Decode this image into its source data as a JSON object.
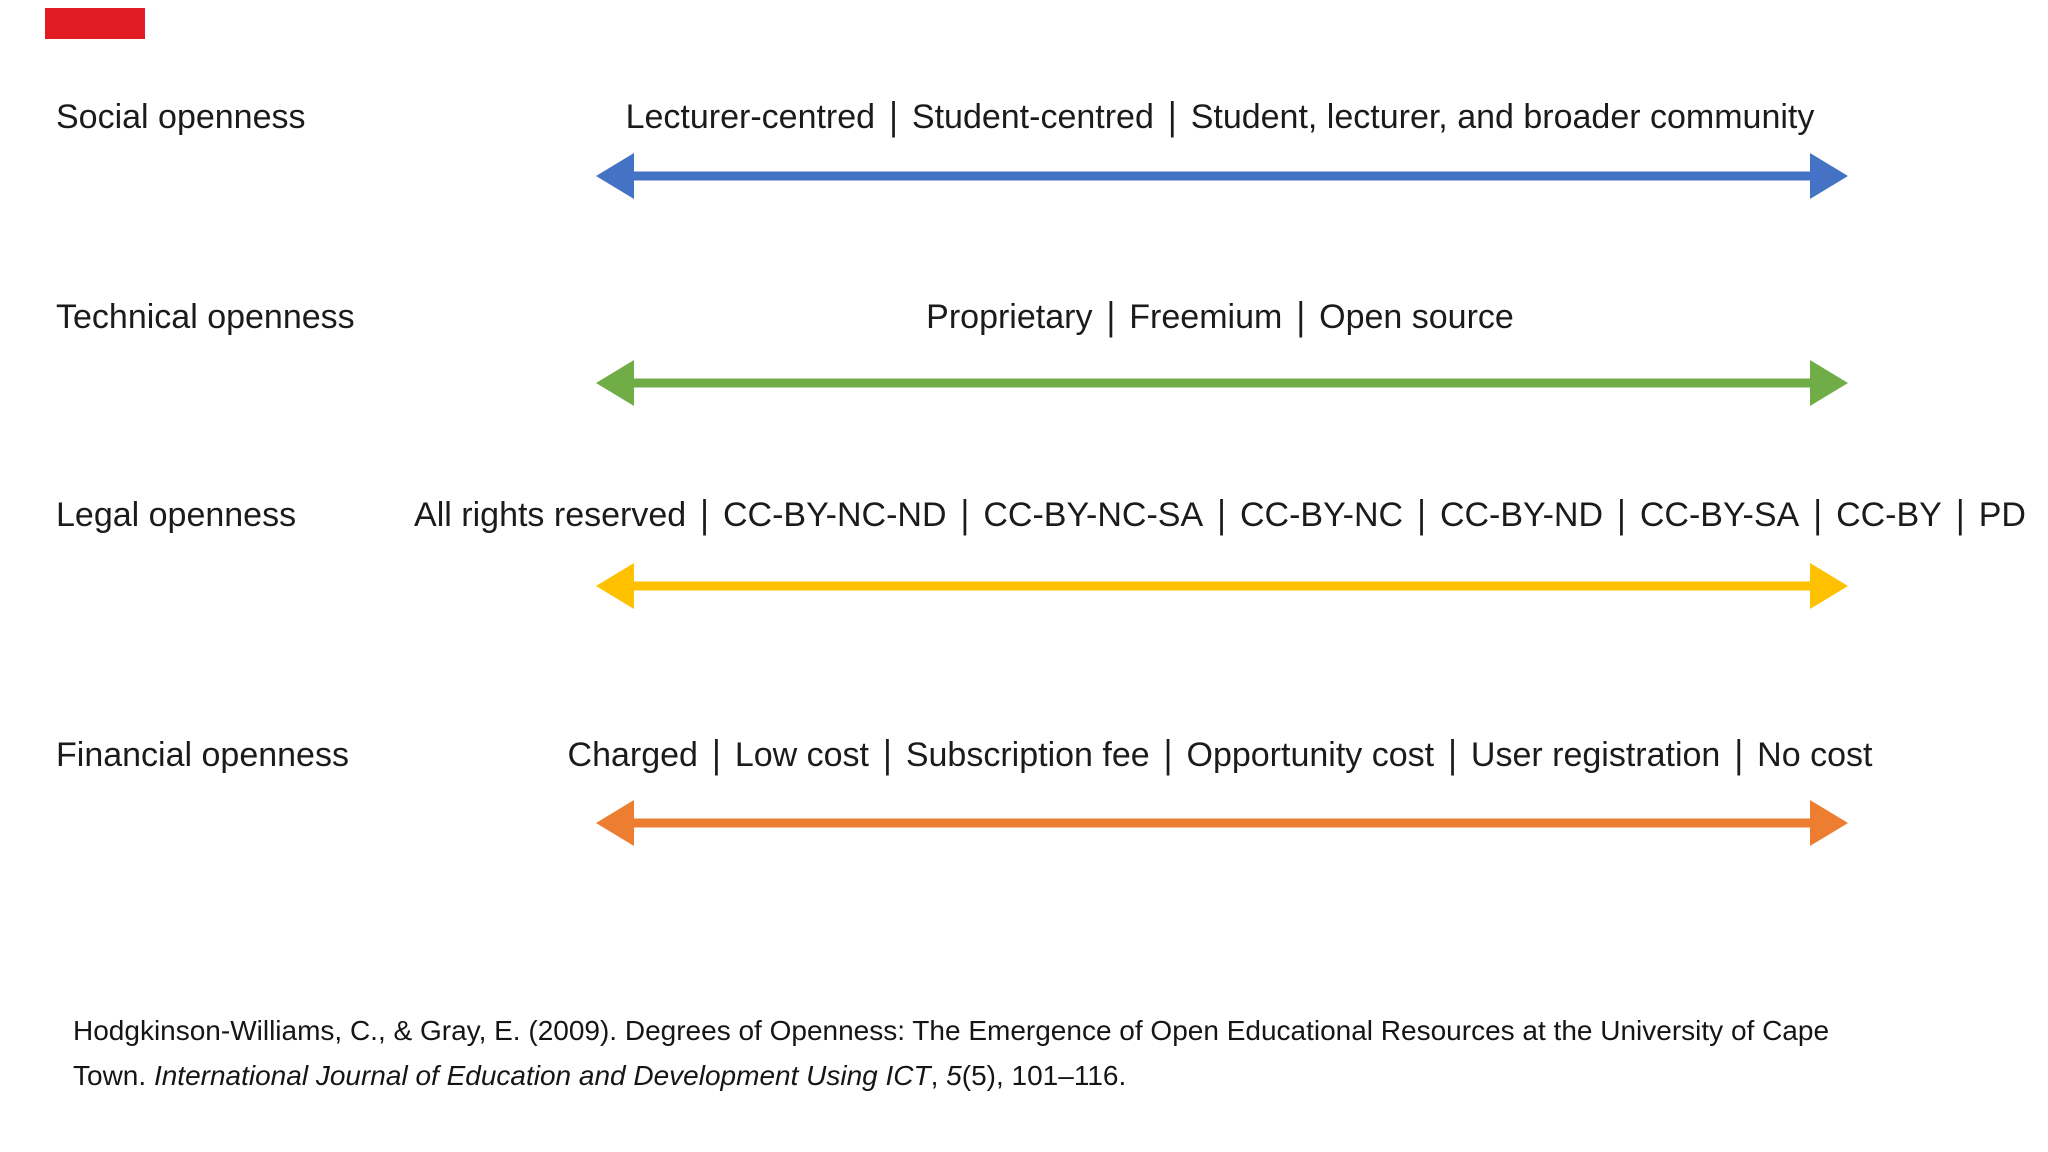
{
  "slide": {
    "background_color": "#ffffff",
    "accent_bar_color": "#e11b22",
    "text_color": "#1b1b1b"
  },
  "separator": "|",
  "rows": [
    {
      "id": "social",
      "label": "Social openness",
      "options": [
        "Lecturer-centred",
        "Student-centred",
        "Student, lecturer, and broader community"
      ],
      "arrow_color": "#4472c4"
    },
    {
      "id": "technical",
      "label": "Technical openness",
      "options": [
        "Proprietary",
        "Freemium",
        "Open source"
      ],
      "arrow_color": "#70ad47"
    },
    {
      "id": "legal",
      "label": "Legal openness",
      "options": [
        "All rights reserved",
        "CC-BY-NC-ND",
        "CC-BY-NC-SA",
        "CC-BY-NC",
        "CC-BY-ND",
        "CC-BY-SA",
        "CC-BY",
        "PD"
      ],
      "arrow_color": "#ffc000"
    },
    {
      "id": "financial",
      "label": "Financial openness",
      "options": [
        "Charged",
        "Low cost",
        "Subscription fee",
        "Opportunity cost",
        "User registration",
        "No cost"
      ],
      "arrow_color": "#ed7d31"
    }
  ],
  "citation": {
    "line1": "Hodgkinson-Williams, C., & Gray, E. (2009). Degrees of Openness: The Emergence of Open Educational Resources at the University of Cape",
    "line2_prefix": "Town. ",
    "line2_journal": "International Journal of Education and Development Using ICT",
    "line2_sep": ", ",
    "line2_volume": "5",
    "line2_suffix": "(5), 101–116."
  }
}
